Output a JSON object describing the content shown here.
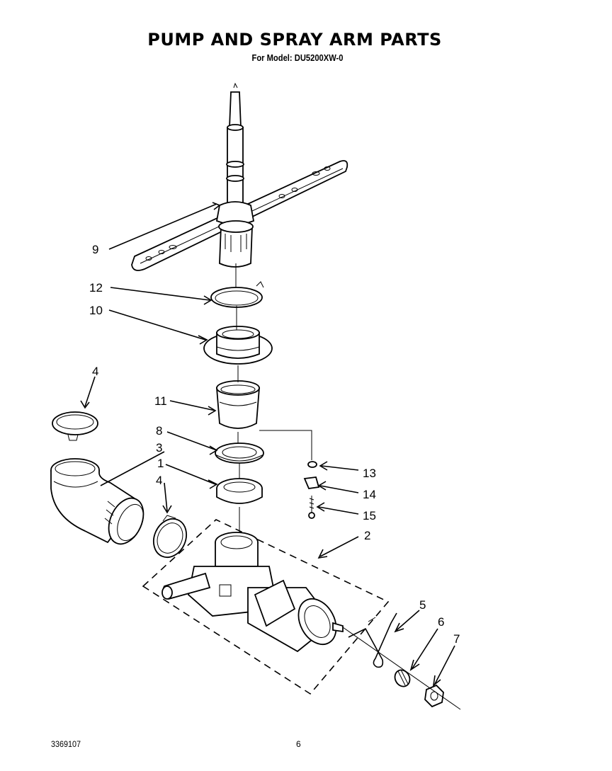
{
  "header": {
    "title": "PUMP AND SPRAY ARM PARTS",
    "subtitle": "For Model: DU5200XW-0"
  },
  "footer": {
    "doc_number": "3369107",
    "page_number": "6"
  },
  "callouts": {
    "c9": "9",
    "c12": "12",
    "c10": "10",
    "c4a": "4",
    "c11": "11",
    "c8": "8",
    "c3": "3",
    "c1": "1",
    "c4b": "4",
    "c13": "13",
    "c14": "14",
    "c15": "15",
    "c2": "2",
    "c5": "5",
    "c6": "6",
    "c7": "7"
  }
}
